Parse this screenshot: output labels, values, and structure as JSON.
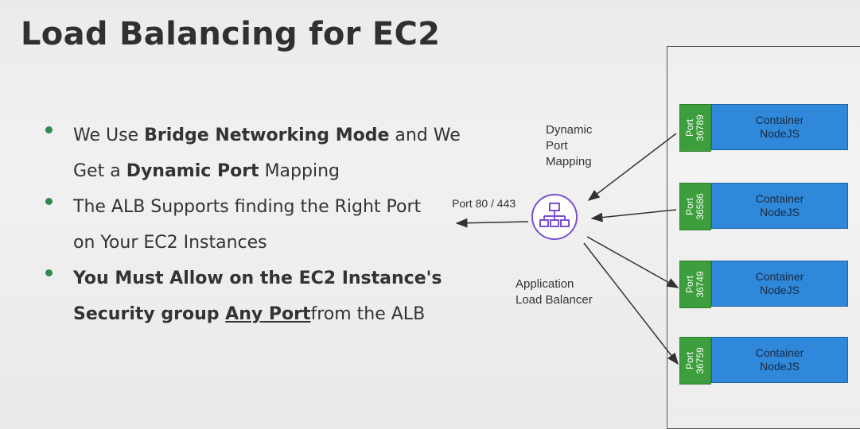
{
  "title": "Load Balancing for EC2",
  "bullets": [
    {
      "line1": [
        "We Use ",
        "Bridge Networking Mode",
        " and We"
      ],
      "line2": [
        "Get a ",
        "Dynamic Port",
        " Mapping"
      ]
    },
    {
      "line1": [
        "The ALB Supports finding the Right Port"
      ],
      "line2": [
        "on Your EC2 Instances"
      ]
    },
    {
      "line1": [
        "You Must Allow on the EC2 Instance's"
      ],
      "line2": [
        "Security group ",
        "Any Port",
        "from the ALB"
      ]
    }
  ],
  "diagram": {
    "dynamic_port_mapping": [
      "Dynamic",
      "Port",
      "Mapping"
    ],
    "port_label": "Port 80 / 443",
    "alb_label": [
      "Application",
      "Load Balancer"
    ],
    "tasks": [
      {
        "port": "36789",
        "container": "Container",
        "app": "NodeJS"
      },
      {
        "port": "36586",
        "container": "Container",
        "app": "NodeJS"
      },
      {
        "port": "36749",
        "container": "Container",
        "app": "NodeJS"
      },
      {
        "port": "36759",
        "container": "Container",
        "app": "NodeJS"
      }
    ],
    "colors": {
      "port": "#3c9e3c",
      "container": "#2f88d9",
      "alb": "#7b4fcf",
      "bullet": "#2f8a4e"
    }
  }
}
